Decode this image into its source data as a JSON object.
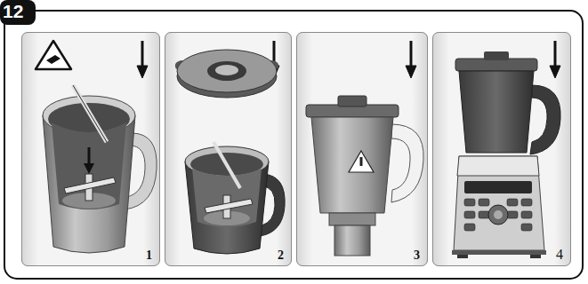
{
  "diagram": {
    "nodes": [
      {
        "text": [
          "1"
        ]
      },
      {
        "text": [
          "2"
        ]
      },
      {
        "text": [
          "3"
        ]
      },
      {
        "text": [
          "4"
        ]
      }
    ],
    "labels": [
      "12"
    ]
  }
}
